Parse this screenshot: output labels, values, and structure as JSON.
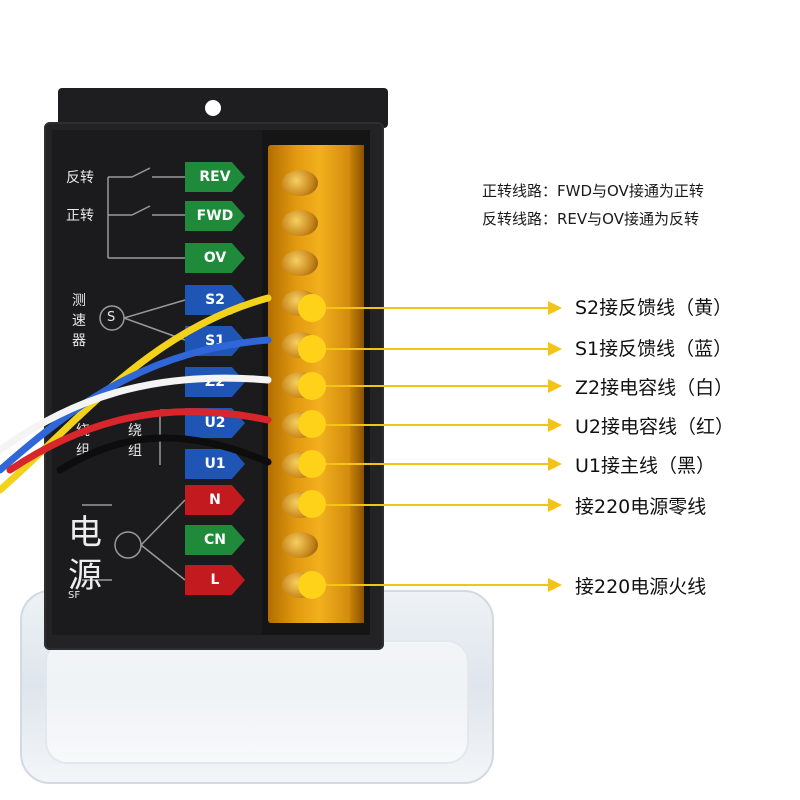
{
  "notes": {
    "forward": "正转线路：FWD与OV接通为正转",
    "reverse": "反转线路：REV与OV接通为反转"
  },
  "panel": {
    "reverse_label": "反转",
    "forward_label": "正转",
    "tach_label_1": "测",
    "tach_label_2": "速",
    "tach_label_3": "器",
    "tach_symbol": "S",
    "winding_a_1": "绕",
    "winding_a_2": "组",
    "winding_b_1": "绕",
    "winding_b_2": "组",
    "power_1": "电",
    "power_2": "源",
    "sf": "SF"
  },
  "tags": [
    {
      "text": "REV",
      "color": "green"
    },
    {
      "text": "FWD",
      "color": "green"
    },
    {
      "text": "OV",
      "color": "green"
    },
    {
      "text": "S2",
      "color": "blue"
    },
    {
      "text": "S1",
      "color": "blue"
    },
    {
      "text": "Z2",
      "color": "blue"
    },
    {
      "text": "U2",
      "color": "blue"
    },
    {
      "text": "U1",
      "color": "blue"
    },
    {
      "text": "N",
      "color": "red"
    },
    {
      "text": "CN",
      "color": "green"
    },
    {
      "text": "L",
      "color": "red"
    }
  ],
  "callouts": [
    "S2接反馈线（黄）",
    "S1接反馈线（蓝）",
    "Z2接电容线（白）",
    "U2接电容线（红）",
    "U1接主线（黑）",
    "接220电源零线",
    "接220电源火线"
  ],
  "colors": {
    "accent": "#f3c316",
    "tag_green": "#1f8a3a",
    "tag_blue": "#1f56b5",
    "tag_red": "#c21a1f",
    "terminal_amber": "#e39a10"
  }
}
